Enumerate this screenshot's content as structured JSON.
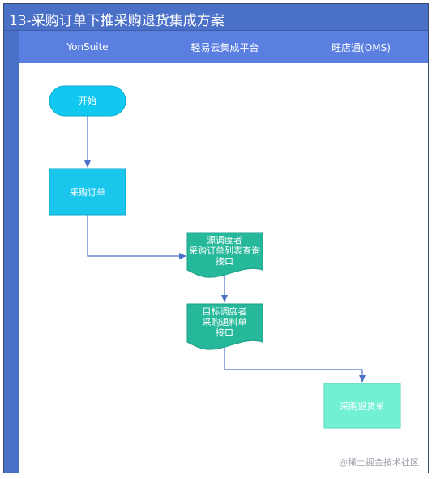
{
  "title": "13-采购订单下推采购退货集成方案",
  "lanes": [
    "YonSuite",
    "轻易云集成平台",
    "旺店通(OMS)"
  ],
  "nodes": {
    "start": "开始",
    "purchase_order": "采购订单",
    "source_scheduler": [
      "源调度者",
      "采购订单列表查询",
      "接口"
    ],
    "target_scheduler": [
      "目标调度者",
      "采购退料单",
      "接口"
    ],
    "purchase_return": "采购退货单"
  },
  "colors": {
    "header": "#4a70c8",
    "lane_header": "#5a7fe0",
    "start_fill": "#11c9f0",
    "order_fill": "#1ac6ec",
    "doc_fill": "#26b89a",
    "return_fill": "#72f0d4",
    "connector": "#4a70c8"
  },
  "watermark": "@稀土掘金技术社区"
}
